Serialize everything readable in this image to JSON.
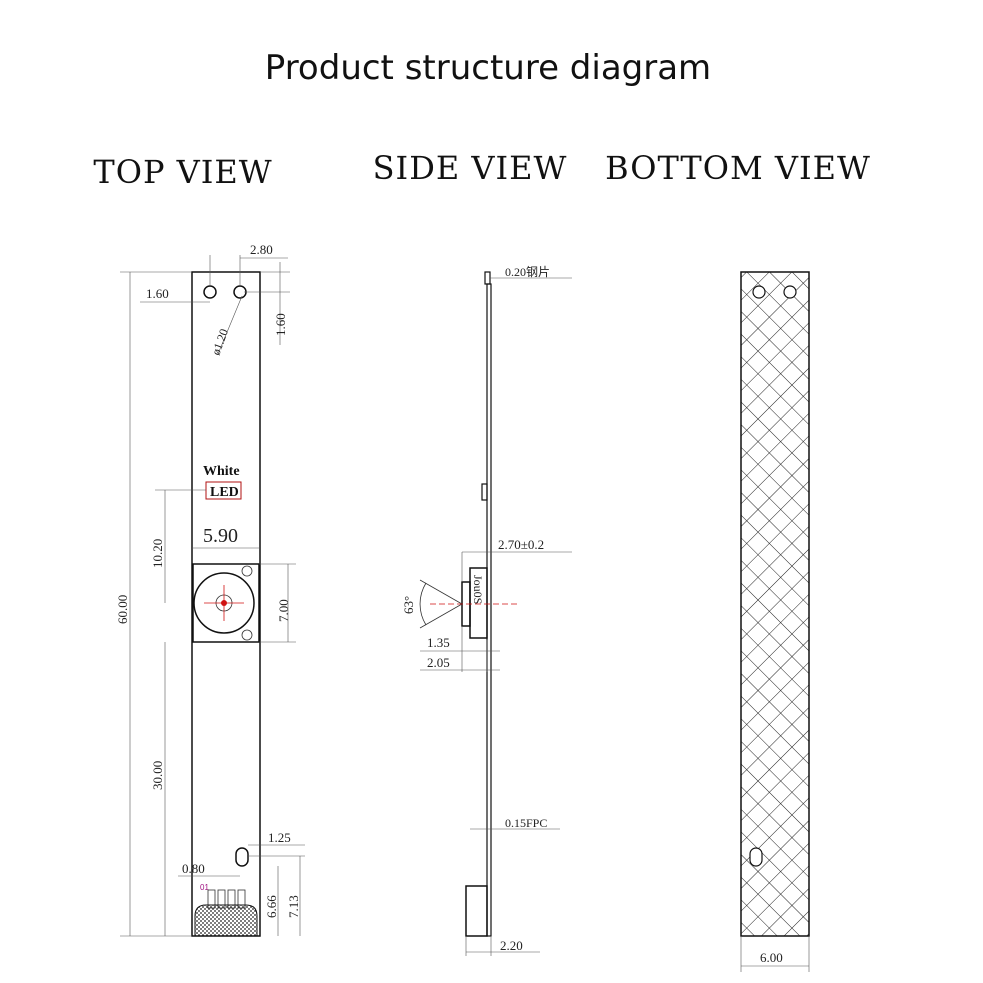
{
  "title": "Product structure diagram",
  "views": {
    "top": "TOP VIEW",
    "side": "SIDE VIEW",
    "bottom": "BOTTOM VIEW"
  },
  "top_view": {
    "dim_hole_pitch": "2.80",
    "dim_hole_x": "1.60",
    "dim_hole_y": "1.60",
    "dim_hole_dia": "ø1.20",
    "led_color": "White",
    "led_label": "LED",
    "dim_led_to_cam": "10.20",
    "dim_cam_width": "5.90",
    "dim_cam_height": "7.00",
    "dim_total_length": "60.00",
    "dim_cam_to_end": "30.00",
    "dim_slot_w": "1.25",
    "dim_pin_pitch": "0.80",
    "pin_label": "01",
    "dim_slot_from_end": "6.66",
    "dim_slot_from_end2": "7.13"
  },
  "side_view": {
    "dim_stiffener": "0.20钢片",
    "dim_cam_height": "2.70±0.2",
    "dim_angle": "63°",
    "dim_lens": "1.35",
    "dim_module": "2.05",
    "dim_fpc": "0.15FPC",
    "dim_connector": "2.20",
    "cam_marking": "Jou0S"
  },
  "bottom_view": {
    "dim_width": "6.00"
  },
  "colors": {
    "line": "#111111",
    "led_box": "#b01010",
    "crosshair": "#d01010",
    "pin_label": "#a01080"
  }
}
